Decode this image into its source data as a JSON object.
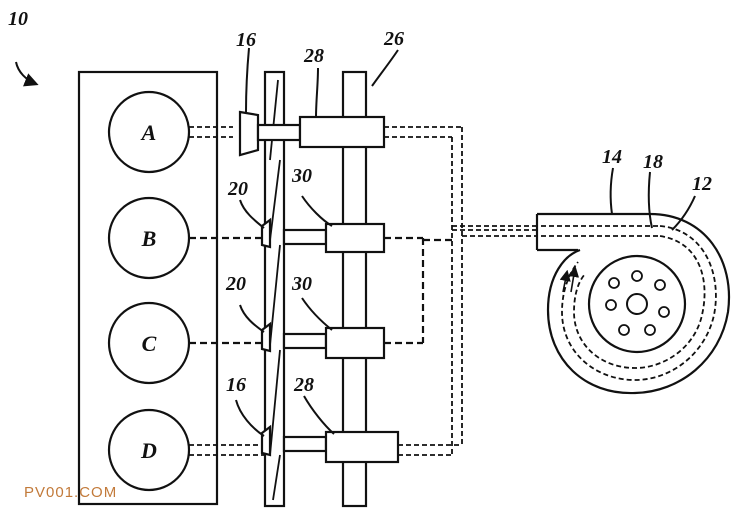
{
  "labels": {
    "system": "10",
    "turbine_housing": "12",
    "inlet_duct": "14",
    "valve_top": "16",
    "valve_bottom": "16",
    "passage": "18",
    "valve_mid1": "20",
    "valve_mid2": "20",
    "shaft": "26",
    "actuator_top": "28",
    "actuator_bottom": "28",
    "actuator_mid1": "30",
    "actuator_mid2": "30"
  },
  "cylinders": [
    "A",
    "B",
    "C",
    "D"
  ],
  "watermark": "PV001.COM",
  "colors": {
    "ink": "#111111",
    "watermark": "#c27a3a"
  }
}
